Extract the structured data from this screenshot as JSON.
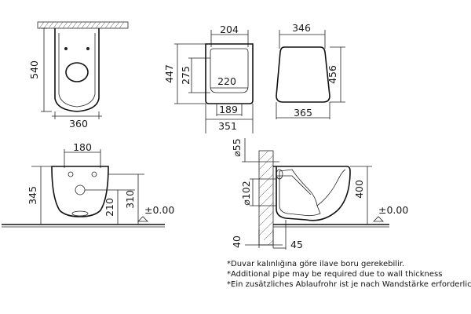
{
  "dimensions": {
    "front_width": "360",
    "front_height": "540",
    "top_outer_width": "204",
    "top_depth_total": "447",
    "top_inner_depth": "275",
    "top_inner_width": "220",
    "top_rear": "189",
    "top_overall": "351",
    "seat_top_width": "346",
    "seat_depth": "456",
    "seat_bottom_width": "365",
    "fixing_spacing": "180",
    "pan_height": "345",
    "fixing_height": "210",
    "outlet_height": "310",
    "floor_level_front": "±0.00",
    "inlet_diameter": "⌀55",
    "outlet_diameter": "⌀102",
    "side_height": "400",
    "floor_level_side": "±0.00",
    "wall_offset": "40",
    "outlet_projection": "45"
  },
  "notes": [
    "*Duvar kalınlığına göre ilave boru gerekebilir.",
    "*Additional pipe may be required due to wall thickness",
    "*Ein zusätzliches Ablaufrohr ist je nach Wandstärke erforderlich"
  ]
}
